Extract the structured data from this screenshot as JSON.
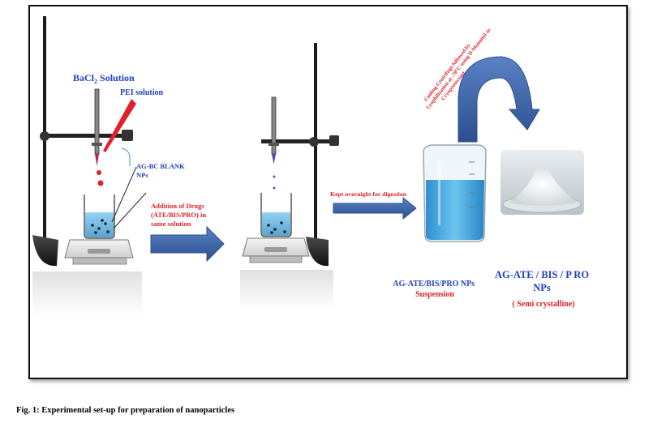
{
  "labels": {
    "bacl2_main": "BaCl",
    "bacl2_sub": "2",
    "bacl2_rest": " Solution",
    "pei": "PEI solution",
    "blank_np_line1": "AG-BC BLANK",
    "blank_np_line2": "NPs",
    "addition_line1": "Addition of Drugs",
    "addition_line2": "(ATE/BIS/PRO) in",
    "addition_line3": "same solution",
    "kept": "Kept overnight for digestion",
    "arc_line1": "Cooling Centrifuge followed by",
    "arc_line2": "Lyophilization at -78°C using D-Mannitol as",
    "arc_line3": "Cryoprotectant",
    "suspension_line1": "AG-ATE/BIS/PRO NPs",
    "suspension_line2": "Suspension",
    "product_line1": "AG-ATE / BIS /  P RO",
    "product_line2": "NPs",
    "product_line3": "( Semi crystalline)"
  },
  "caption": "Fig. 1: Experimental set-up for preparation of nanoparticles",
  "colors": {
    "blue_label": "#1f3fbf",
    "red_label": "#e0202a",
    "arrow_blue": "#3f66ad",
    "liquid": "#3aa6de"
  }
}
